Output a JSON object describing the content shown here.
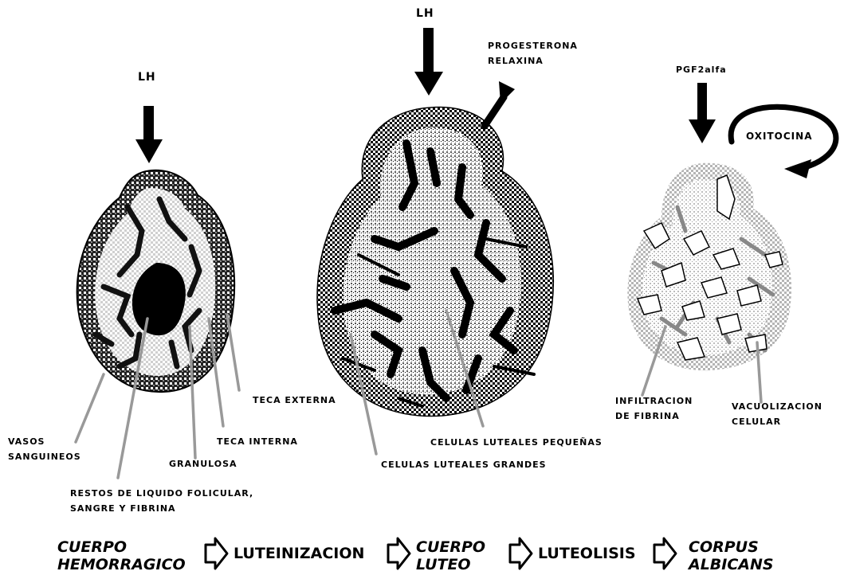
{
  "stages": {
    "hemorragico": {
      "lh": "LH",
      "vasos": "VASOS\nSANGUINEOS",
      "restos": "RESTOS DE LIQUIDO FOLICULAR,\nSANGRE Y FIBRINA",
      "granulosa": "GRANULOSA",
      "teca_interna": "TECA INTERNA",
      "teca_externa": "TECA EXTERNA"
    },
    "luteo": {
      "lh": "LH",
      "hormonas": "PROGESTERONA\nRELAXINA",
      "pequenas": "CELULAS LUTEALES PEQUEÑAS",
      "grandes": "CELULAS LUTEALES GRANDES"
    },
    "albicans": {
      "pgf": "PGF2alfa",
      "oxitocina": "OXITOCINA",
      "infiltracion": "INFILTRACION\nDE FIBRINA",
      "vacuolizacion": "VACUOLIZACION\nCELULAR"
    }
  },
  "sequence": {
    "s1": "CUERPO\nHEMORRAGICO",
    "s2": "LUTEINIZACION",
    "s3": "CUERPO\nLUTEO",
    "s4": "LUTEOLISIS",
    "s5": "CORPUS\nALBICANS"
  }
}
